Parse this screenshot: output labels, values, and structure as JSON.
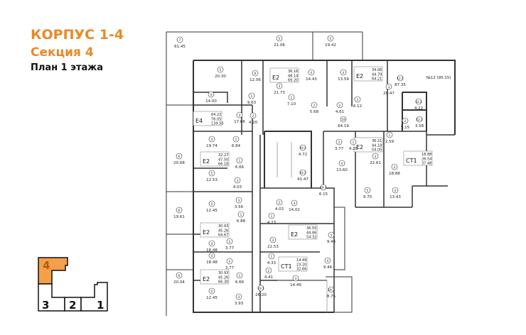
{
  "header": {
    "building": "КОРПУС 1-4",
    "section": "Секция 4",
    "floor_plan": "План 1 этажа"
  },
  "key_map": {
    "sections": [
      "4",
      "3",
      "2",
      "1"
    ],
    "selected": "4",
    "highlight_color": "#f4a04a"
  },
  "plan": {
    "commercial_unit": "№12 (95.15)",
    "rooms": [
      {
        "no": "7",
        "area": "61.45"
      },
      {
        "no": "5",
        "area": "21.06"
      },
      {
        "no": "5",
        "area": "19.42"
      },
      {
        "no": "5",
        "area": "20.30"
      },
      {
        "no": "6",
        "area": "12.06"
      },
      {
        "no": "3",
        "area": "21.73"
      },
      {
        "no": "4",
        "area": "14.43"
      },
      {
        "no": "4",
        "area": "14.00"
      },
      {
        "no": "1",
        "area": "9.63"
      },
      {
        "no": "1",
        "area": "7.10"
      },
      {
        "no": "2",
        "area": "5.68"
      },
      {
        "no": "3",
        "area": "17.86"
      },
      {
        "no": "2",
        "area": "4.20"
      },
      {
        "no": "4",
        "area": "13.59"
      },
      {
        "no": "3",
        "area": "20.47"
      },
      {
        "no": "1",
        "area": "6.12"
      },
      {
        "no": "2",
        "area": "4.61"
      },
      {
        "no": "12.1",
        "area": "87.35"
      },
      {
        "no": "12.2",
        "area": "4.22"
      },
      {
        "no": "12.3",
        "area": "3.58"
      },
      {
        "no": "2",
        "area": "5.15"
      },
      {
        "no": "19",
        "area": "64.19"
      },
      {
        "no": "4",
        "area": "19.74"
      },
      {
        "no": "2",
        "area": "6.84"
      },
      {
        "no": "6",
        "area": "20.68"
      },
      {
        "no": "1",
        "area": "6.66"
      },
      {
        "no": "19.4",
        "area": "4.72"
      },
      {
        "no": "19.3",
        "area": "41.47"
      },
      {
        "no": "5",
        "area": "12.53"
      },
      {
        "no": "3",
        "area": "4.03"
      },
      {
        "no": "3",
        "area": "3.56"
      },
      {
        "no": "5",
        "area": "12.45"
      },
      {
        "no": "6",
        "area": "19.61"
      },
      {
        "no": "19.5",
        "area": "6.15"
      },
      {
        "no": "2",
        "area": "4.03"
      },
      {
        "no": "4",
        "area": "14.02"
      },
      {
        "no": "1",
        "area": "4.23"
      },
      {
        "no": "1",
        "area": "6.88"
      },
      {
        "no": "4",
        "area": "18.48"
      },
      {
        "no": "2",
        "area": "3.77"
      },
      {
        "no": "3",
        "area": "22.53"
      },
      {
        "no": "5",
        "area": "9.46"
      },
      {
        "no": "4",
        "area": "18.48"
      },
      {
        "no": "2",
        "area": "3.77"
      },
      {
        "no": "1",
        "area": "4.33"
      },
      {
        "no": "4",
        "area": "9.46"
      },
      {
        "no": "6",
        "area": "20.04"
      },
      {
        "no": "1",
        "area": "6.66"
      },
      {
        "no": "3",
        "area": "14.49"
      },
      {
        "no": "2",
        "area": "4.41"
      },
      {
        "no": "5",
        "area": "12.45"
      },
      {
        "no": "3",
        "area": "3.93"
      },
      {
        "no": "19.1",
        "area": "26.20"
      },
      {
        "no": "19.2",
        "area": "8.75"
      },
      {
        "no": "2",
        "area": "3.77"
      },
      {
        "no": "1",
        "area": "4.28"
      },
      {
        "no": "3",
        "area": "22.61"
      },
      {
        "no": "4",
        "area": "13.60"
      },
      {
        "no": "1",
        "area": "2.59"
      },
      {
        "no": "3",
        "area": "18.88"
      },
      {
        "no": "5",
        "area": "9.70"
      },
      {
        "no": "4",
        "area": "13.93"
      }
    ],
    "apartments": [
      {
        "type": "E2",
        "living": "36.16",
        "total": "48.14",
        "with_terrace": "69.20"
      },
      {
        "type": "E4",
        "living": "64.22",
        "total": "78.05",
        "with_terrace": "139.50"
      },
      {
        "type": "E2",
        "living": "34.06",
        "total": "44.79",
        "with_terrace": "64.21"
      },
      {
        "type": "E2",
        "living": "32.27",
        "total": "47.50",
        "with_terrace": "66.18"
      },
      {
        "type": "E2",
        "living": "36.21",
        "total": "44.18",
        "with_terrace": "54.05"
      },
      {
        "type": "СТ1",
        "living": "18.88",
        "total": "26.54",
        "with_terrace": "37.48"
      },
      {
        "type": "E2",
        "living": "30.93",
        "total": "45.26",
        "with_terrace": "64.67"
      },
      {
        "type": "E2",
        "living": "36.55",
        "total": "44.86",
        "with_terrace": "54.32"
      },
      {
        "type": "СТ1",
        "living": "14.49",
        "total": "23.20",
        "with_terrace": "32.66"
      },
      {
        "type": "E2",
        "living": "30.93",
        "total": "45.26",
        "with_terrace": "66.30"
      }
    ]
  }
}
